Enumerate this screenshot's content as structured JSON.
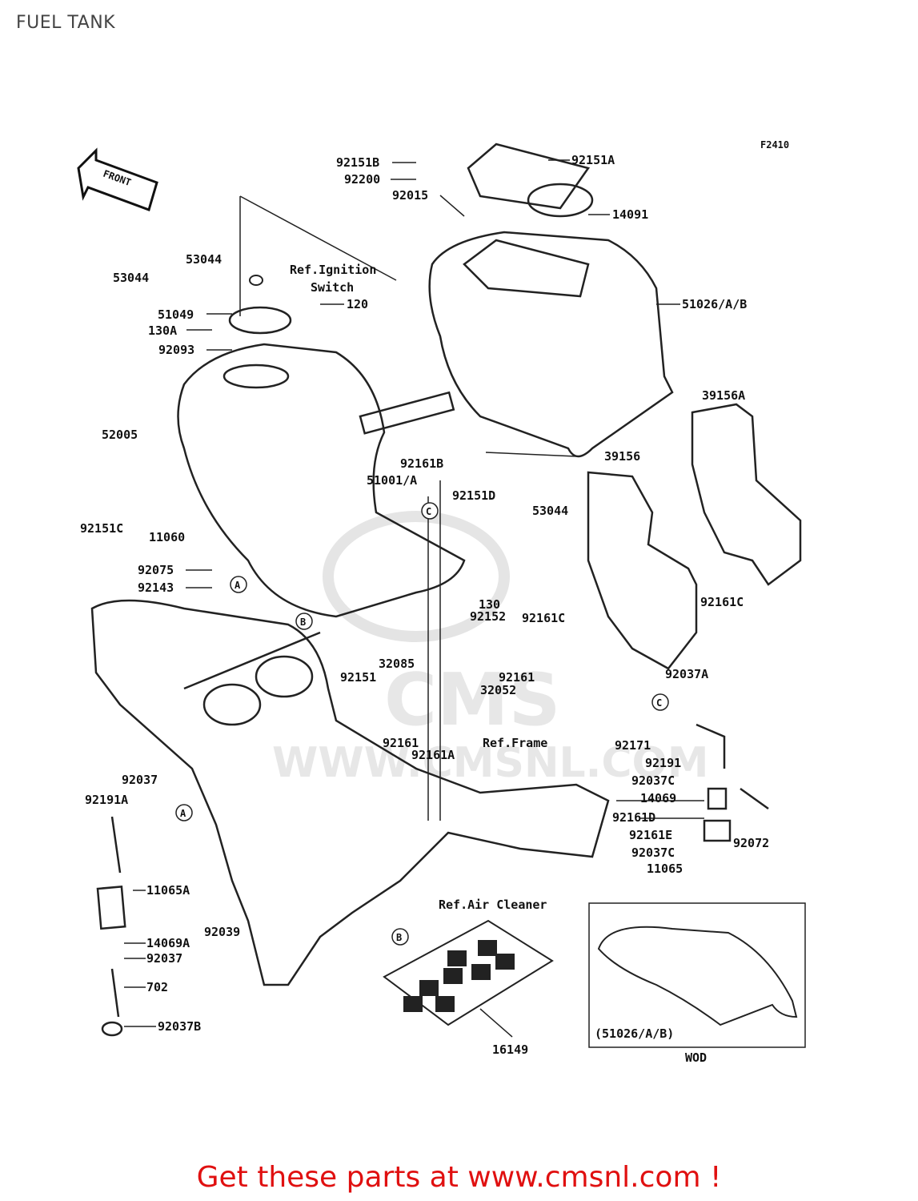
{
  "title": "FUEL TANK",
  "figure_code": "F2410",
  "front_arrow": "FRONT",
  "watermark": {
    "logo": "CMS",
    "url": "WWW.CMSNL.COM"
  },
  "references": {
    "ignition": "Ref.Ignition",
    "ignition_2": "Switch",
    "frame": "Ref.Frame",
    "air_cleaner": "Ref.Air Cleaner"
  },
  "callouts": {
    "a": "A",
    "b": "B",
    "c": "C"
  },
  "parts": [
    "92151B",
    "92200",
    "92015",
    "92151A",
    "14091",
    "53044",
    "53044",
    "51049",
    "130A",
    "92093",
    "120",
    "51026/A/B",
    "52005",
    "92151C",
    "11060",
    "92161B",
    "51001/A",
    "92151D",
    "39156A",
    "39156",
    "53044",
    "92075",
    "92143",
    "130",
    "92152",
    "92161C",
    "92161C",
    "32085",
    "92151",
    "92161",
    "32052",
    "92161",
    "92161A",
    "92037A",
    "92171",
    "92191",
    "92037C",
    "14069",
    "92161D",
    "92072",
    "92161E",
    "92037C",
    "11065",
    "92037",
    "92191A",
    "11065A",
    "92039",
    "14069A",
    "92037",
    "702",
    "92037B",
    "16149"
  ],
  "inset": {
    "caption": "(51026/A/B)",
    "label": "WOD"
  },
  "footer": "Get these parts at www.cmsnl.com !"
}
